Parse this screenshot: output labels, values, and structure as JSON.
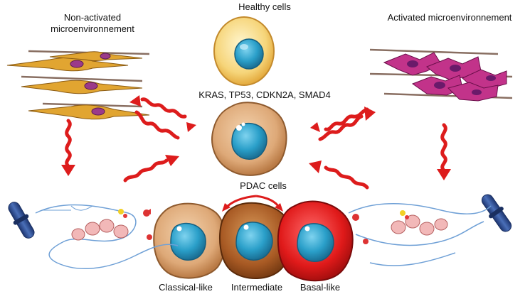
{
  "labels": {
    "healthy_cells": "Healthy cells",
    "non_activated": "Non-activated microenvironnement",
    "activated": "Activated microenvironnement",
    "mutations": "KRAS, TP53, CDKN2A, SMAD4",
    "pdac_cells": "PDAC cells",
    "classical_like": "Classical-like",
    "intermediate": "Intermediate",
    "basal_like": "Basal-like"
  },
  "colors": {
    "arrow": "#dd1c1c",
    "healthy_cytoplasm": "#f6d57a",
    "nucleus": "#2a9fc9",
    "pdac_cytoplasm": "#dea978",
    "intermediate_cytoplasm": "#a85a24",
    "basal_cytoplasm": "#e01a1a",
    "inactive_fibroblast": "#e1a531",
    "active_fibroblast": "#c2338a",
    "chromosome": "#2c4b8e"
  }
}
